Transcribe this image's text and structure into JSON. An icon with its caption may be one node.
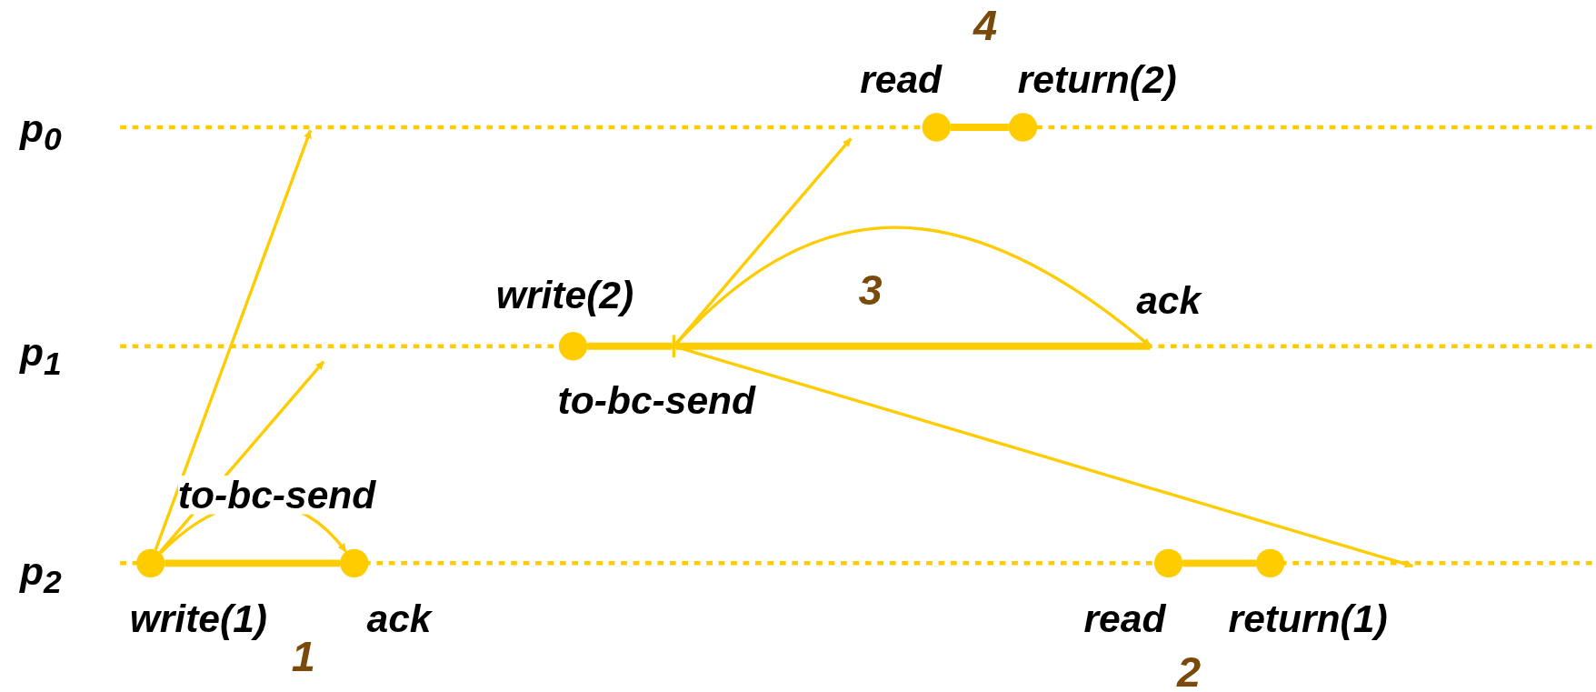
{
  "diagram": {
    "nodes": [
      {
        "text": [],
        "shape": "circle",
        "beside": [
          "read"
        ]
      },
      {
        "text": [],
        "shape": "circle",
        "beside": [
          "return(2)"
        ]
      },
      {
        "text": [],
        "shape": "circle",
        "beside": [
          "write(2)"
        ]
      },
      {
        "text": [],
        "shape": "bar",
        "beside": [
          "to-bc-send"
        ]
      },
      {
        "text": [],
        "shape": "circle",
        "beside": [
          "write(1)"
        ]
      },
      {
        "text": [],
        "shape": "circle",
        "beside": [
          "ack"
        ]
      },
      {
        "text": [],
        "shape": "circle",
        "beside": [
          "read"
        ]
      },
      {
        "text": [],
        "shape": "circle",
        "beside": [
          "return(1)"
        ]
      }
    ],
    "edges": [
      {
        "from": 0,
        "to": 1,
        "arrow": "none",
        "style": "thick"
      },
      {
        "from": 2,
        "to": 3,
        "arrow": "none",
        "style": "thick"
      },
      {
        "from": 3,
        "to": null,
        "arrow": "none",
        "style": "thick"
      },
      {
        "from": 3,
        "to": null,
        "arrow": "to"
      },
      {
        "from": 3,
        "to": null,
        "arrow": "to",
        "label": "ack"
      },
      {
        "from": 3,
        "to": null,
        "arrow": "to"
      },
      {
        "from": 4,
        "to": null,
        "arrow": "to"
      },
      {
        "from": 4,
        "to": null,
        "arrow": "to"
      },
      {
        "from": 4,
        "to": 5,
        "arrow": "to",
        "label": "to-bc-send"
      },
      {
        "from": 4,
        "to": 5,
        "arrow": "none",
        "style": "thick"
      },
      {
        "from": 6,
        "to": 7,
        "arrow": "none",
        "style": "thick"
      }
    ],
    "labels": [
      "4",
      "p$_{0}$",
      "3",
      "p$_{1}$",
      "p$_{2}$",
      "1",
      "2"
    ]
  }
}
